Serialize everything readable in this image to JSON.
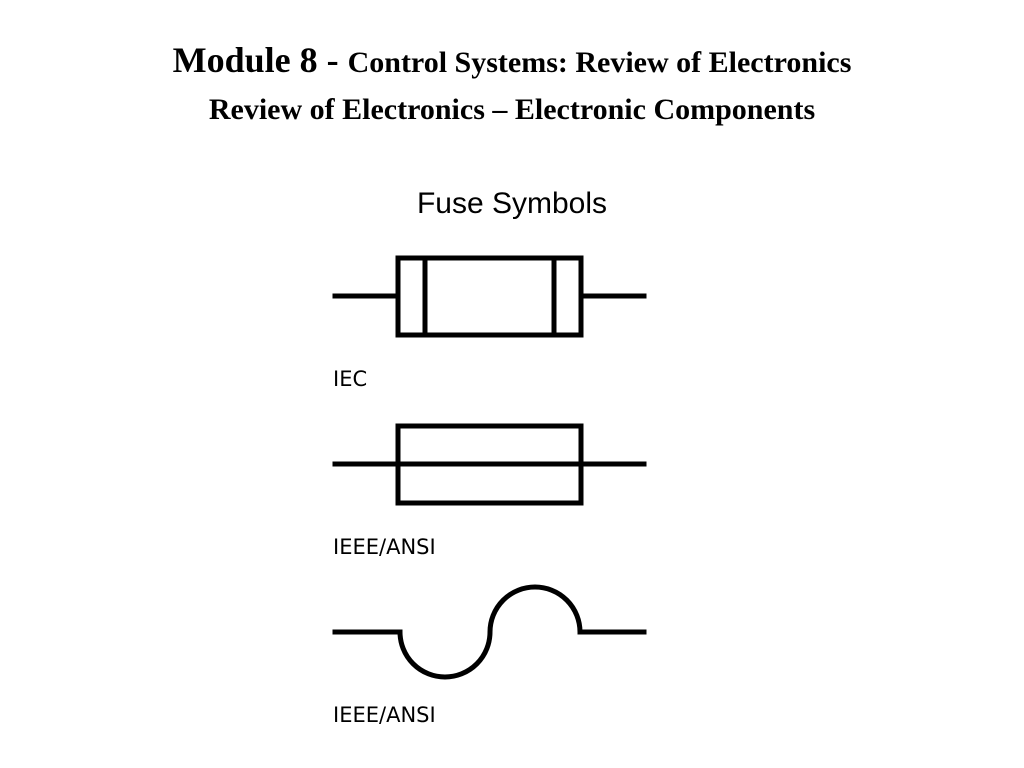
{
  "header": {
    "module_prefix": "Module 8 - ",
    "module_subtitle": "Control Systems: Review of Electronics",
    "line2": "Review of Electronics – Electronic Components"
  },
  "figure": {
    "title": "Fuse Symbols",
    "symbols": [
      {
        "label": "IEC",
        "symbol_type": "fuse-iec"
      },
      {
        "label": "IEEE/ANSI",
        "symbol_type": "fuse-ieee-ansi-rectangle"
      },
      {
        "label": "IEEE/ANSI",
        "symbol_type": "fuse-ieee-ansi-s-curve"
      }
    ]
  }
}
